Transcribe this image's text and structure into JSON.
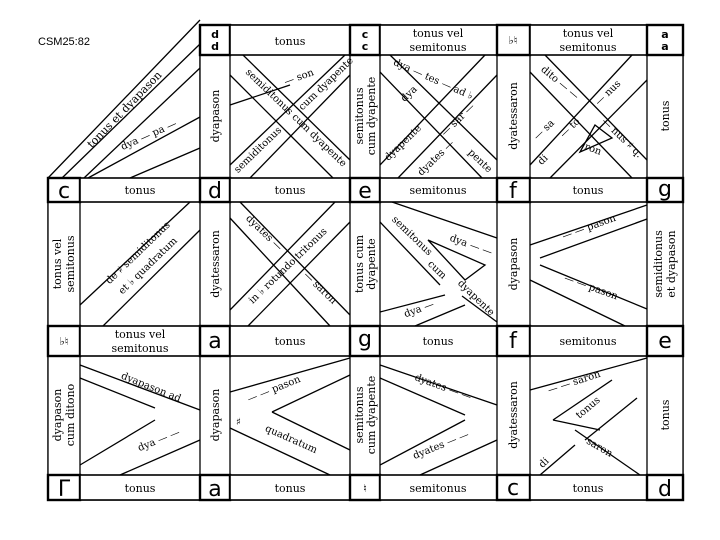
{
  "caption": "CSM25:82",
  "top_row": {
    "notes": [
      "d\nd",
      "c\nc",
      "♭♮",
      "a\na"
    ],
    "note_lines": [
      [
        "d",
        "d"
      ],
      [
        "c",
        "c"
      ],
      [
        "♭♮"
      ],
      [
        "a",
        "a"
      ]
    ],
    "intervals": [
      [
        "tonus"
      ],
      [
        "tonus vel",
        "semitonus"
      ],
      [
        "tonus vel",
        "semitonus"
      ]
    ]
  },
  "row2": {
    "notes": [
      "c",
      "d",
      "e",
      "f",
      "g"
    ],
    "intervals": [
      "tonus",
      "tonus",
      "semitonus",
      "tonus"
    ]
  },
  "row3": {
    "notes": [
      "♭♮",
      "a",
      "g",
      "f",
      "e"
    ],
    "intervals": [
      [
        "tonus vel",
        "semitonus"
      ],
      [
        "tonus"
      ],
      [
        "tonus"
      ],
      [
        "semitonus"
      ]
    ]
  },
  "row4": {
    "notes": [
      "Γ",
      "a",
      "♮",
      "c",
      "d"
    ],
    "intervals": [
      "tonus",
      "tonus",
      "semitonus",
      "tonus"
    ]
  },
  "panel1": {
    "strips": [
      [
        "dyapason"
      ],
      [
        "semitonus",
        "cum dyapente"
      ],
      [
        "dyatessaron"
      ],
      [
        "tonus"
      ]
    ],
    "bands": [
      "tonus et dyapason",
      "dya — pa —",
      "semiditonus cum dyapente",
      "semiditonus",
      "— son",
      "cum dyapente",
      "dya — tes — ad ♭",
      "dya",
      "dyapente",
      "dyates —",
      "— sar —",
      "pente",
      "dito — —",
      "— nus",
      "— sa",
      "— to",
      "di",
      "ron",
      "— nus ♯ q."
    ]
  },
  "panel2": {
    "strips": [
      [
        "tonus vel",
        "semitonus"
      ],
      [
        "dyatessaron"
      ],
      [
        "tonus cum",
        "dyapente"
      ],
      [
        "dyapason"
      ],
      [
        "semiditonus",
        "et dyapason"
      ]
    ],
    "bands": [
      "de ♯ semiditonus",
      "et ♭ quadratum",
      "dyates —",
      "in ♭ rotundo tritonus",
      "— saron",
      "semitonus",
      "cum",
      "dya — —",
      "dya —",
      "dyapente",
      "— — pason",
      "— — pason"
    ]
  },
  "panel3": {
    "strips": [
      [
        "dyapason",
        "cum ditono"
      ],
      [
        "dyapason"
      ],
      [
        "semitonus",
        "cum dyapente"
      ],
      [
        "dyatessaron"
      ],
      [
        "tonus"
      ]
    ],
    "bands": [
      "dyapason ad",
      "dya — —",
      "— — pason",
      "♯",
      "quadratum",
      "dyates — —",
      "dyates — —",
      "— — saron",
      "tonus",
      "di",
      "saron"
    ]
  }
}
